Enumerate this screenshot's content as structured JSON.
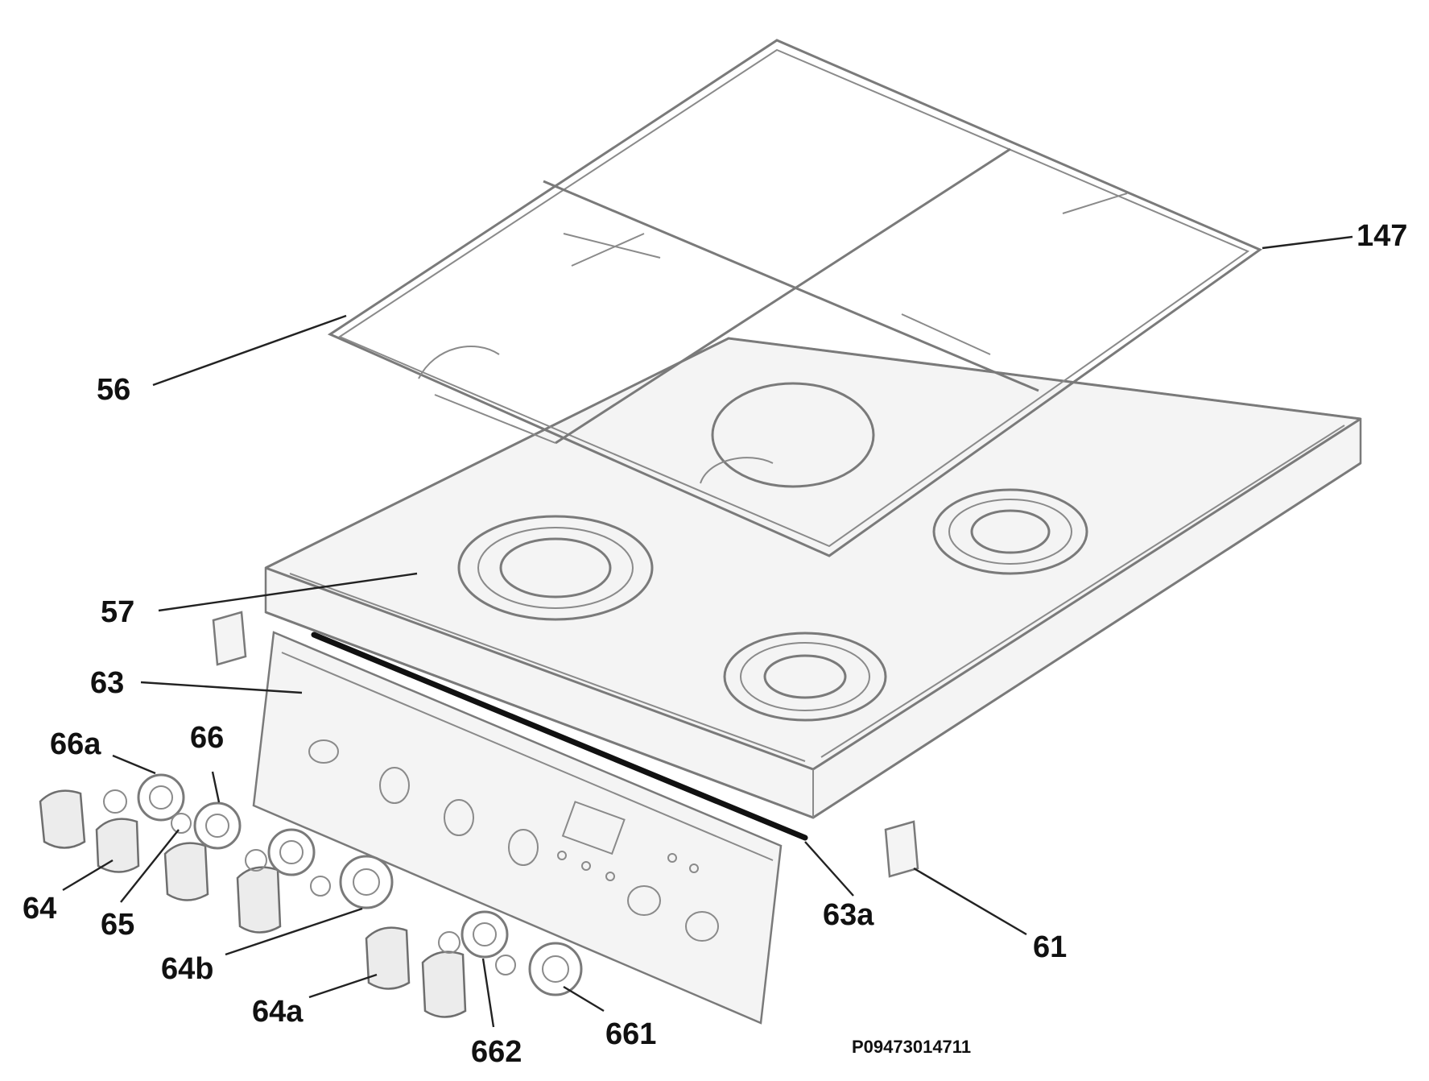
{
  "diagram": {
    "labels": {
      "l147": "147",
      "l56": "56",
      "l57": "57",
      "l63": "63",
      "l66a": "66a",
      "l66": "66",
      "l64": "64",
      "l65": "65",
      "l64b": "64b",
      "l64a": "64a",
      "l662": "662",
      "l661": "661",
      "l63a": "63a",
      "l61": "61"
    },
    "drawing_code": "P09473014711"
  }
}
